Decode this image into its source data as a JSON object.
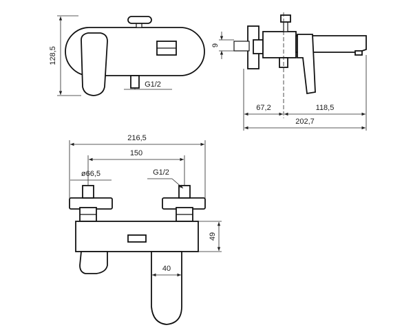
{
  "drawing": {
    "top_left": {
      "height_dim": "128,5",
      "thread_label": "G1/2"
    },
    "top_right": {
      "small_dim": "9",
      "dim_left": "67,2",
      "dim_right": "118,5",
      "dim_total": "202,7"
    },
    "bottom": {
      "width_total": "216,5",
      "centers": "150",
      "diameter": "ø66,5",
      "thread_label": "G1/2",
      "height_dim": "49",
      "handle_dim": "40"
    }
  }
}
